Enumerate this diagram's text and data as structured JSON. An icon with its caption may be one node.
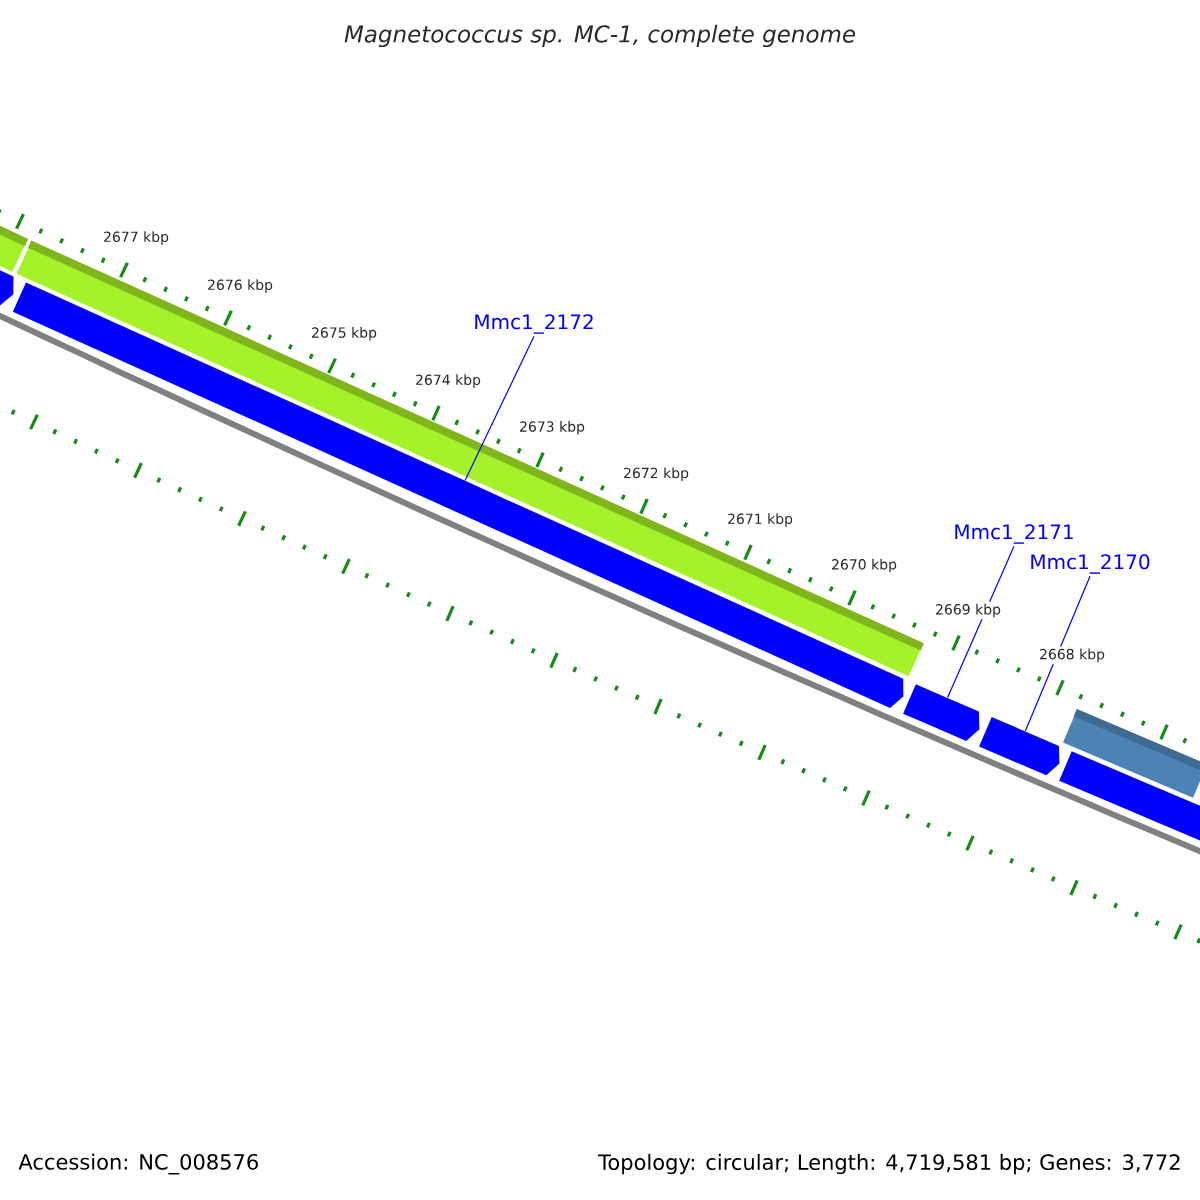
{
  "diagram": {
    "title": "Magnetococcus sp. MC-1, complete genome",
    "nodes": [
      {
        "text": [
          "Mmc1_2172"
        ]
      },
      {
        "text": [
          "Mmc1_2171"
        ]
      },
      {
        "text": [
          "Mmc1_2170"
        ]
      },
      {
        "text": [],
        "shape": "bar"
      },
      {
        "text": [],
        "shape": "bar"
      },
      {
        "text": [],
        "shape": "bar"
      },
      {
        "text": [],
        "shape": "pentagon"
      },
      {
        "text": [],
        "shape": "pentagon"
      },
      {
        "text": [],
        "shape": "pentagon"
      },
      {
        "text": [],
        "shape": "pentagon"
      },
      {
        "text": [],
        "shape": "pentagon"
      }
    ],
    "edges": [
      {
        "from": 0,
        "to": 7,
        "arrow": "none"
      },
      {
        "from": 1,
        "to": 8,
        "arrow": "none"
      },
      {
        "from": 2,
        "to": 9,
        "arrow": "none"
      }
    ],
    "labels": [
      "2677 kbp",
      "2676 kbp",
      "2675 kbp",
      "2674 kbp",
      "2673 kbp",
      "2672 kbp",
      "2671 kbp",
      "2670 kbp",
      "2669 kbp",
      "2668 kbp",
      "Accession: NC_008576",
      "Topology: circular; Length: 4,719,581 bp; Genes: 3,772"
    ]
  }
}
